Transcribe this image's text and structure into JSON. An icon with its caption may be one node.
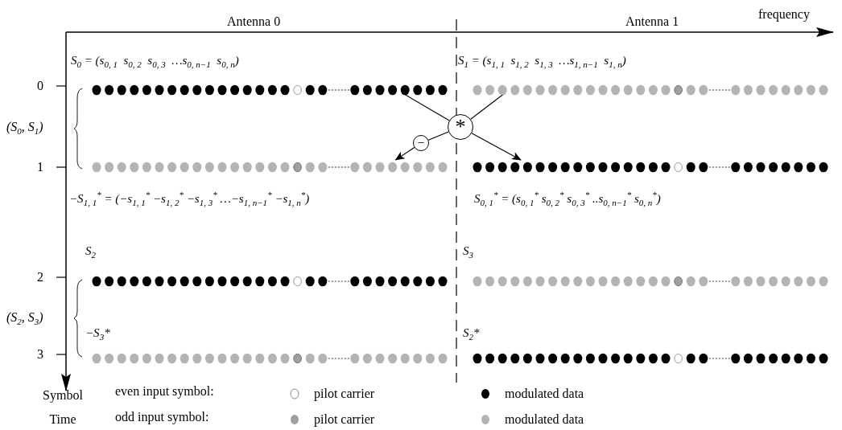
{
  "diagram": {
    "nodes": [
      {
        "text": [
          "S$_{0}$ = (s$_{0, 1}$  s$_{0, 2}$  s$_{0, 3}$  …s$_{0, n−1}$  s$_{0, n}$)"
        ]
      },
      {
        "text": [
          "S$_{1}$ = (s$_{1, 1}$  s$_{1, 2}$  s$_{1, 3}$  …s$_{1, n−1}$  s$_{1, n}$)"
        ]
      },
      {
        "text": [
          "*"
        ]
      },
      {
        "text": [
          "−"
        ]
      },
      {
        "text": [
          "−S$_{1, 1}$$^{*}$ = (−s$_{1, 1}$$^{*}$ −s$_{1, 2}$$^{*}$ −s$_{1, 3}$$^{*}$ …−s$_{1, n−1}$$^{*}$ −s$_{1, n}$$^{*}$)"
        ]
      },
      {
        "text": [
          "S$_{0, 1}$$^{*}$ = (s$_{0, 1}$$^{*}$ s$_{0, 2}$$^{*}$ s$_{0, 3}$$^{*}$ ..s$_{0, n−1}$$^{*}$ s$_{0, n}$$^{*}$)"
        ]
      },
      {
        "text": [
          "S$_{2}$"
        ]
      },
      {
        "text": [
          "S$_{3}$"
        ]
      },
      {
        "text": [
          "−S$_{3}$*"
        ]
      },
      {
        "text": [
          "S$_{2}$*"
        ]
      }
    ],
    "edges": [
      {
        "from": 0,
        "to": 2,
        "arrow": "none"
      },
      {
        "from": 1,
        "to": 2,
        "arrow": "none"
      },
      {
        "from": 2,
        "to": 5,
        "arrow": "to"
      },
      {
        "from": 2,
        "to": 3,
        "arrow": "none"
      },
      {
        "from": 3,
        "to": 4,
        "arrow": "to"
      }
    ],
    "labels": [
      "Antenna 0",
      "Antenna 1",
      "frequency",
      "0",
      "1",
      "2",
      "3",
      "(S$_{0}$, S$_{1}$)",
      "(S$_{2}$, S$_{3}$)",
      "Symbol Time",
      "even input symbol:",
      "odd input symbol:"
    ],
    "legend": [
      {
        "text": "pilot carrier"
      },
      {
        "text": "modulated data",
        "color": "#000000"
      },
      {
        "text": "pilot carrier",
        "color": "#a0a0a0"
      },
      {
        "text": "modulated data",
        "color": "#b4b4b4"
      }
    ]
  }
}
